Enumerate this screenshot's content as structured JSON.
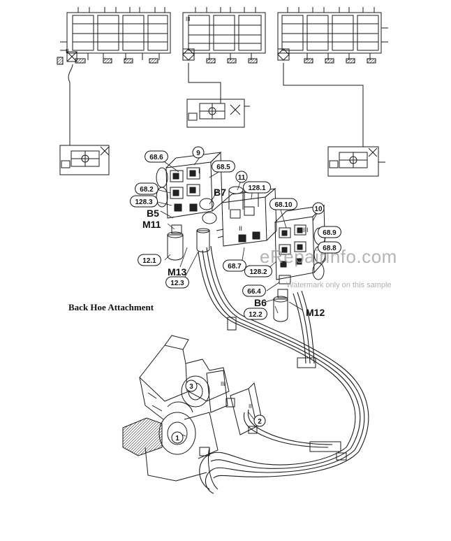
{
  "caption": "Back Hoe Attachment",
  "watermark": {
    "main": "eRepairinfo.com",
    "sub": "Watermark only on this sample"
  },
  "callouts": [
    {
      "id": "c-68-6",
      "text": "68.6"
    },
    {
      "id": "c-9",
      "text": "9"
    },
    {
      "id": "c-68-5",
      "text": "68.5"
    },
    {
      "id": "c-11",
      "text": "11"
    },
    {
      "id": "c-128-1",
      "text": "128.1"
    },
    {
      "id": "c-68-2",
      "text": "68.2"
    },
    {
      "id": "c-128-3",
      "text": "128.3"
    },
    {
      "id": "c-68-10",
      "text": "68.10"
    },
    {
      "id": "c-10",
      "text": "10"
    },
    {
      "id": "c-68-9",
      "text": "68.9"
    },
    {
      "id": "c-68-8",
      "text": "68.8"
    },
    {
      "id": "c-12-1",
      "text": "12.1"
    },
    {
      "id": "c-12-3",
      "text": "12.3"
    },
    {
      "id": "c-68-7",
      "text": "68.7"
    },
    {
      "id": "c-128-2",
      "text": "128.2"
    },
    {
      "id": "c-66-4",
      "text": "66.4"
    },
    {
      "id": "c-12-2",
      "text": "12.2"
    },
    {
      "id": "c-1",
      "text": "1"
    },
    {
      "id": "c-2",
      "text": "2"
    },
    {
      "id": "c-3",
      "text": "3"
    }
  ],
  "labels": [
    {
      "id": "l-b7",
      "text": "B7"
    },
    {
      "id": "l-b5",
      "text": "B5"
    },
    {
      "id": "l-m11",
      "text": "M11"
    },
    {
      "id": "l-m13",
      "text": "M13"
    },
    {
      "id": "l-b6",
      "text": "B6"
    },
    {
      "id": "l-m12",
      "text": "M12"
    },
    {
      "id": "l-roman-1",
      "text": "I"
    },
    {
      "id": "l-roman-2",
      "text": "II"
    },
    {
      "id": "l-roman-3",
      "text": "III"
    },
    {
      "id": "l-roman-2b",
      "text": "II"
    },
    {
      "id": "l-roman-3b",
      "text": "III"
    },
    {
      "id": "l-roman-1s",
      "text": "I"
    },
    {
      "id": "l-roman-3s",
      "text": "III"
    },
    {
      "id": "l-roman-2s",
      "text": "II"
    }
  ]
}
